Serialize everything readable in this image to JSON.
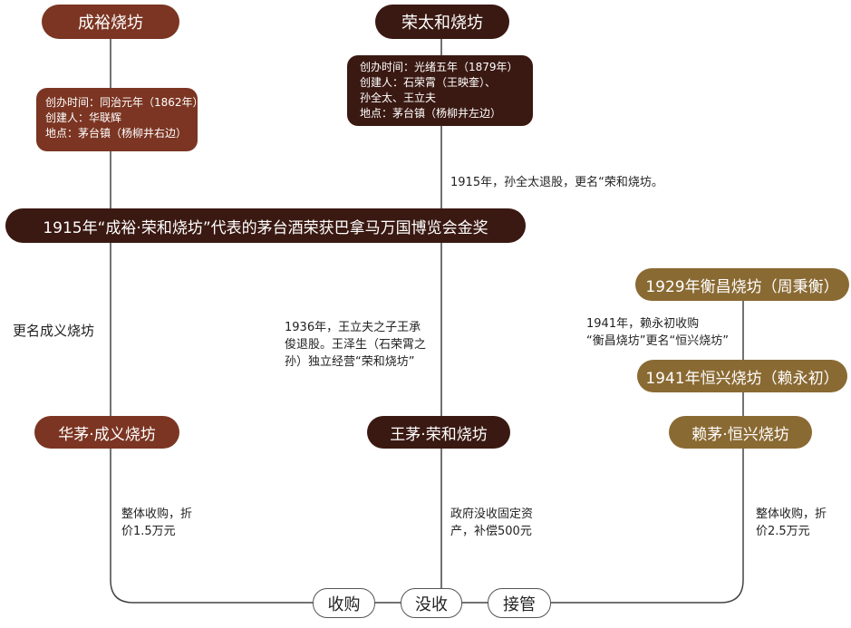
{
  "nodes": {
    "chengyu": "成裕烧坊",
    "rongtaihe": "荣太和烧坊",
    "award": "1915年“成裕·荣和烧坊”代表的茅台酒荣获巴拿马万国博览会金奖",
    "hengchang": "1929年衡昌烧坊（周秉衡）",
    "hengxing": "1941年恒兴烧坊（赖永初）",
    "huamao": "华茅·成义烧坊",
    "wangmao": "王茅·荣和烧坊",
    "laimao": "赖茅·恒兴烧坊"
  },
  "info": {
    "chengyu": [
      "创办时间：同治元年（1862年）",
      "创建人：华联辉",
      "地点：茅台镇（杨柳井右边）"
    ],
    "rongtaihe": [
      "创办时间：光绪五年（1879年）",
      "创建人：石荣霄（王映奎）、",
      "孙全太、王立夫",
      "地点：茅台镇（杨柳井左边）"
    ]
  },
  "notes": {
    "rename_ronghe": "1915年，孙全太退股，更名“荣和烧坊。",
    "rename_chengyi": "更名成义烧坊",
    "wang_1936": [
      "1936年，王立夫之子王承",
      "俊退股。王泽生（石荣霄之",
      "孙）独立经营“荣和烧坊”"
    ],
    "lai_1941": [
      "1941年，赖永初收购",
      "“衡昌烧坊”更名“恒兴烧坊”"
    ],
    "huamao_buy": [
      "整体收购，折",
      "价1.5万元"
    ],
    "wangmao_confiscate": [
      "政府没收固定资",
      "产，补偿500元"
    ],
    "laimao_buy": [
      "整体收购，折",
      "价2.5万元"
    ]
  },
  "outcomes": {
    "acquire": "收购",
    "confiscate": "没收",
    "takeover": "接管"
  }
}
